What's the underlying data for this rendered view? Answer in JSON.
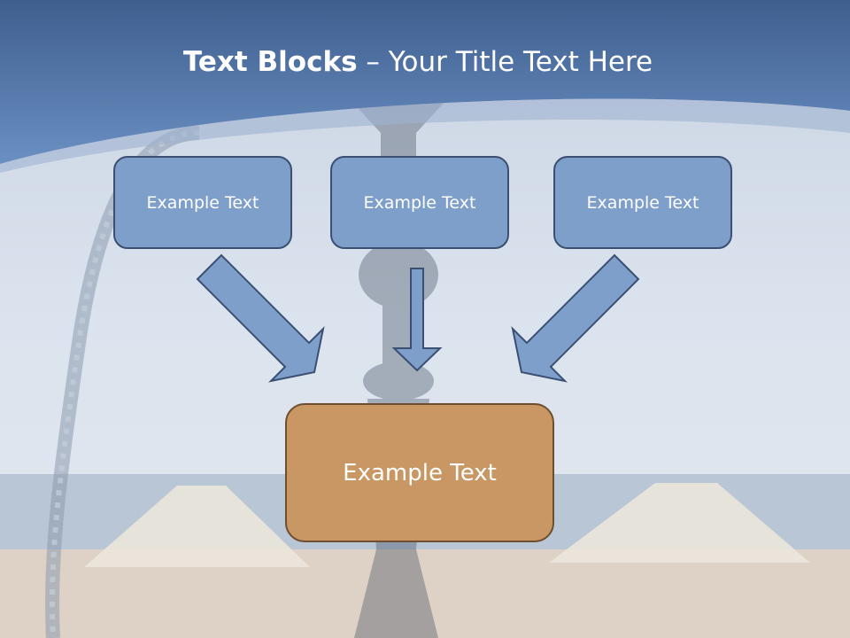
{
  "slide": {
    "title_bold": "Text Blocks",
    "title_dash": " – ",
    "title_rest": "Your Title Text Here"
  },
  "diagram": {
    "top_boxes": [
      "Example Text",
      "Example Text",
      "Example Text"
    ],
    "target_box": "Example Text"
  },
  "colors": {
    "header": "#5a7fb3",
    "box_fill": "#7f9fcb",
    "box_border": "#3a4f72",
    "target_fill": "#c99763",
    "target_border": "#6d4f2f",
    "arrow_fill": "#7f9fcb"
  }
}
